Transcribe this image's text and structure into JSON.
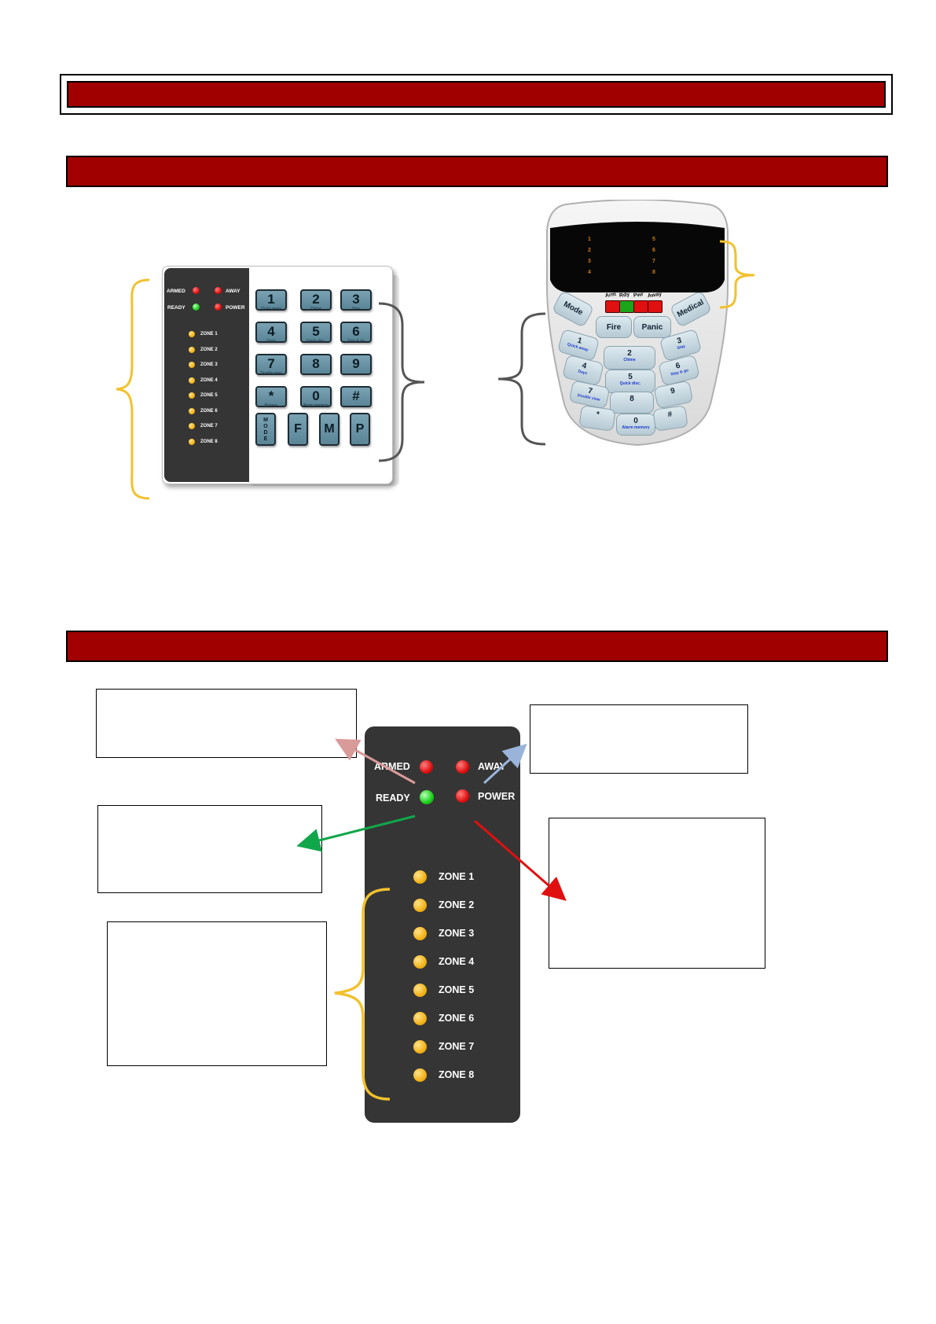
{
  "keypad_1": {
    "indicators": [
      {
        "label": "ARMED",
        "color": "#e01010"
      },
      {
        "label": "AWAY",
        "color": "#e01010"
      },
      {
        "label": "READY",
        "color": "#19d019"
      },
      {
        "label": "POWER",
        "color": "#e01010"
      }
    ],
    "zones": [
      "ZONE 1",
      "ZONE 2",
      "ZONE 3",
      "ZONE 4",
      "ZONE 5",
      "ZONE 6",
      "ZONE 7",
      "ZONE 8"
    ],
    "keys": [
      {
        "main": "1",
        "sub": "Quick away"
      },
      {
        "main": "2",
        "sub": "Chime"
      },
      {
        "main": "3",
        "sub": "Stay"
      },
      {
        "main": "4",
        "sub": "Days"
      },
      {
        "main": "5",
        "sub": "Quick disc."
      },
      {
        "main": "6",
        "sub": "Stay & go"
      },
      {
        "main": "7",
        "sub": "Double view"
      },
      {
        "main": "8",
        "sub": ""
      },
      {
        "main": "9",
        "sub": ""
      },
      {
        "main": "*",
        "sub": "Bypass"
      },
      {
        "main": "0",
        "sub": "Alarm memory"
      },
      {
        "main": "#",
        "sub": ""
      }
    ],
    "bottom_keys": [
      "M\nO\nD\nE",
      "F",
      "M",
      "P"
    ]
  },
  "keypad_2": {
    "display_numbers_left": [
      "1",
      "2",
      "3",
      "4"
    ],
    "display_numbers_right": [
      "5",
      "6",
      "7",
      "8"
    ],
    "indicator_labels": [
      "Arm",
      "Rdy",
      "Pwr",
      "Away"
    ],
    "indicator_colors": [
      "#e01010",
      "#1aa51a",
      "#e01010",
      "#e01010"
    ],
    "function_keys": [
      "Mode",
      "Fire",
      "Panic",
      "Medical"
    ],
    "keys": [
      {
        "main": "1",
        "sub": "Quick away"
      },
      {
        "main": "2",
        "sub": "Chime"
      },
      {
        "main": "3",
        "sub": "Stay"
      },
      {
        "main": "4",
        "sub": "Days"
      },
      {
        "main": "5",
        "sub": "Quick disc."
      },
      {
        "main": "6",
        "sub": "Stay & go"
      },
      {
        "main": "7",
        "sub": "Double view"
      },
      {
        "main": "8",
        "sub": ""
      },
      {
        "main": "9",
        "sub": ""
      },
      {
        "main": "*",
        "sub": ""
      },
      {
        "main": "0",
        "sub": "Alarm memory"
      },
      {
        "main": "#",
        "sub": ""
      }
    ]
  },
  "detail_panel": {
    "indicators": [
      {
        "label": "ARMED",
        "color": "#ff3b3b"
      },
      {
        "label": "AWAY",
        "color": "#ff3b3b"
      },
      {
        "label": "READY",
        "color": "#19d019"
      },
      {
        "label": "POWER",
        "color": "#ff3b3b"
      }
    ],
    "zones": [
      "ZONE 1",
      "ZONE 2",
      "ZONE 3",
      "ZONE 4",
      "ZONE 5",
      "ZONE 6",
      "ZONE 7",
      "ZONE 8"
    ]
  },
  "arrow_colors": {
    "armed": "#d99a9a",
    "away": "#9ab4d9",
    "ready": "#11a64a",
    "power": "#e01010"
  },
  "brace_colors": {
    "zones": "#f2c12e",
    "keys": "#555555"
  },
  "header_color": "#a00000"
}
